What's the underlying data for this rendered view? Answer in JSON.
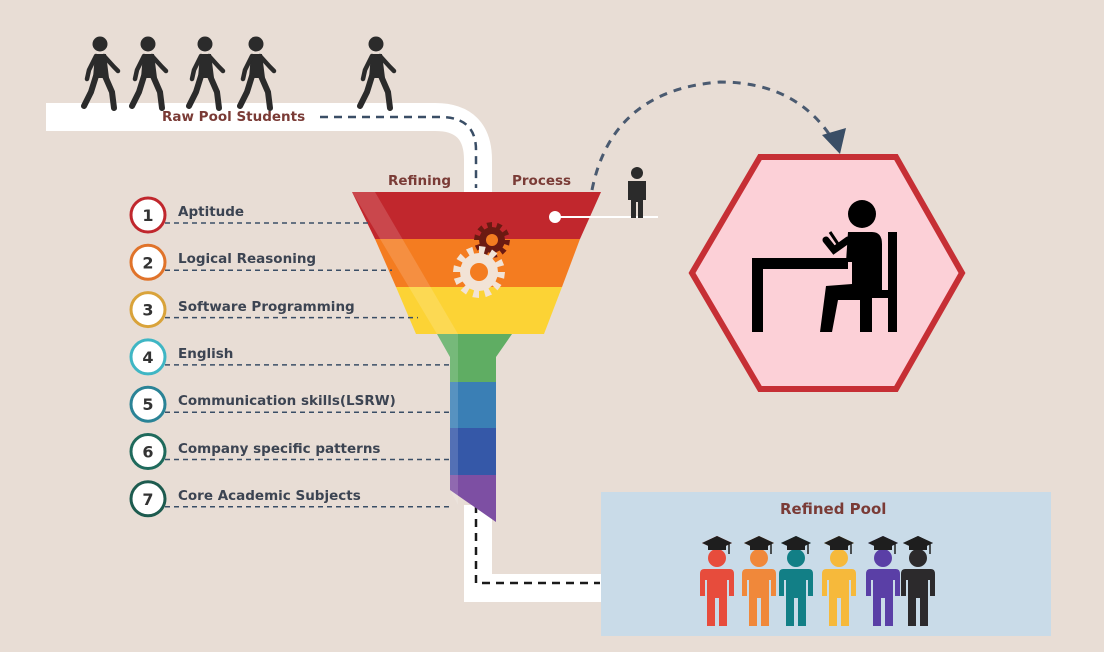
{
  "labels": {
    "raw_pool": "Raw Pool Students",
    "refining": "Refining",
    "process": "Process",
    "refined_pool": "Refined Pool"
  },
  "steps": [
    {
      "number": "1",
      "label": "Aptitude",
      "color": "#c0272d"
    },
    {
      "number": "2",
      "label": "Logical Reasoning",
      "color": "#e0732a"
    },
    {
      "number": "3",
      "label": "Software Programming",
      "color": "#d9a33a"
    },
    {
      "number": "4",
      "label": "English",
      "color": "#3fb6c4"
    },
    {
      "number": "5",
      "label": "Communication skills(LSRW)",
      "color": "#2a8396"
    },
    {
      "number": "6",
      "label": "Company specific patterns",
      "color": "#1f6a5c"
    },
    {
      "number": "7",
      "label": "Core Academic Subjects",
      "color": "#1d5b4f"
    }
  ],
  "funnel_colors": [
    "#c1272d",
    "#f47c20",
    "#fcd335",
    "#5fad63",
    "#3a7fb5",
    "#3558a8",
    "#7d4fa3"
  ],
  "graduate_colors": [
    "#e74c3c",
    "#f0883a",
    "#127f86",
    "#f6b93b",
    "#5a3fa6",
    "#2c2a2c"
  ],
  "colors": {
    "background": "#e8ddd5",
    "hexagon_border": "#c62f35",
    "hexagon_fill": "#fcd0d7",
    "refined_box": "#c9dbe8",
    "dash": "#3a4e66",
    "figure": "#2b2b2b"
  },
  "icons": {
    "walking_people": "walking-person-icon",
    "standing_person": "standing-person-icon",
    "studying_person": "person-at-desk-icon",
    "gears": "gear-icon",
    "graduates": "graduate-icon"
  }
}
